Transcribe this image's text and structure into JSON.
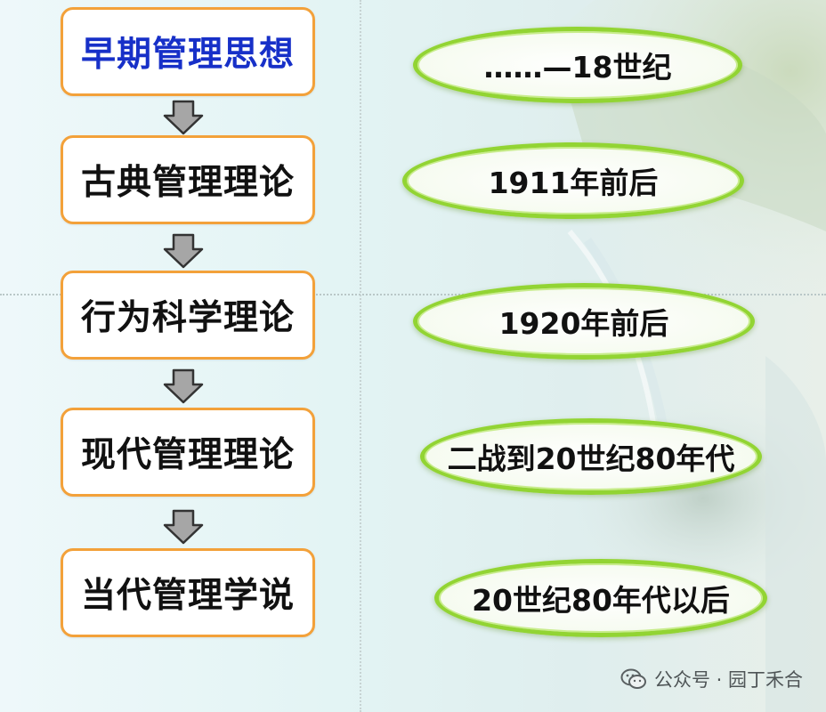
{
  "stages": [
    {
      "label": "早期管理思想",
      "period": "……—18世纪"
    },
    {
      "label": "古典管理理论",
      "period": "1911年前后"
    },
    {
      "label": "行为科学理论",
      "period": "1920年前后"
    },
    {
      "label": "现代管理理论",
      "period": "二战到20世纪80年代"
    },
    {
      "label": "当代管理学说",
      "period": "20世纪80年代以后"
    }
  ],
  "watermark": {
    "text": "公众号 · 园丁禾合",
    "icon": "wechat-icon"
  },
  "colors": {
    "box_border": "#f3a13a",
    "first_label": "#1730c8",
    "oval_border": "#92d433",
    "arrow_fill": "#a6a6a6"
  }
}
